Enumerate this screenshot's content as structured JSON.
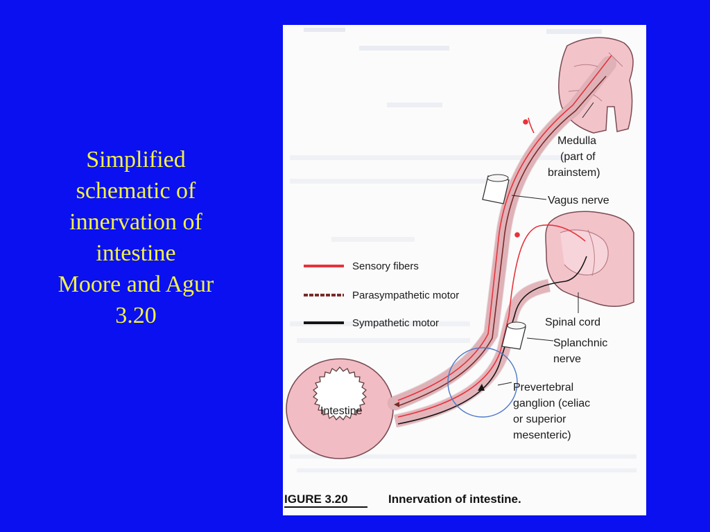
{
  "slide": {
    "background": "#0a10f0",
    "text_color": "#f2f244",
    "lines": [
      "Simplified",
      "schematic of",
      "innervation of",
      "intestine",
      "Moore and Agur",
      "3.20"
    ]
  },
  "figure": {
    "labels": {
      "medulla": [
        "Medulla",
        "(part of",
        "brainstem)"
      ],
      "vagus": "Vagus nerve",
      "spinal_cord": "Spinal cord",
      "splanchnic": [
        "Splanchnic",
        "nerve"
      ],
      "ganglion": [
        "Prevertebral",
        "ganglion (celiac",
        "or superior",
        "mesenteric)"
      ],
      "intestine": "Intestine"
    },
    "legend": [
      {
        "label": "Sensory fibers",
        "color": "#e8323a"
      },
      {
        "label": "Parasympathetic motor",
        "color": "#7a2a2a"
      },
      {
        "label": "Sympathetic motor",
        "color": "#151515"
      }
    ],
    "caption": {
      "number": "IGURE 3.20",
      "title": "Innervation of intestine."
    }
  }
}
